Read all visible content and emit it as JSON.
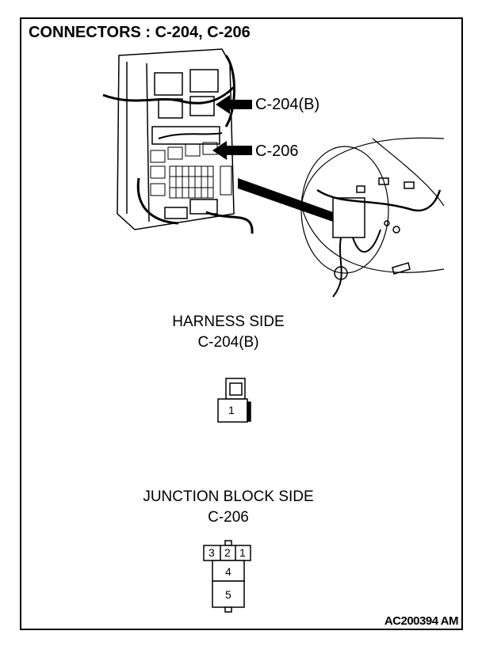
{
  "title": "CONNECTORS : C-204, C-206",
  "callouts": [
    "C-204(B)",
    "C-206"
  ],
  "harness_side": {
    "heading": "HARNESS SIDE",
    "connector": "C-204(B)",
    "pins": [
      "1"
    ]
  },
  "junction_block_side": {
    "heading": "JUNCTION BLOCK SIDE",
    "connector": "C-206",
    "pins": [
      "3",
      "2",
      "1",
      "4",
      "5"
    ]
  },
  "figure_code": "AC200394 AM"
}
